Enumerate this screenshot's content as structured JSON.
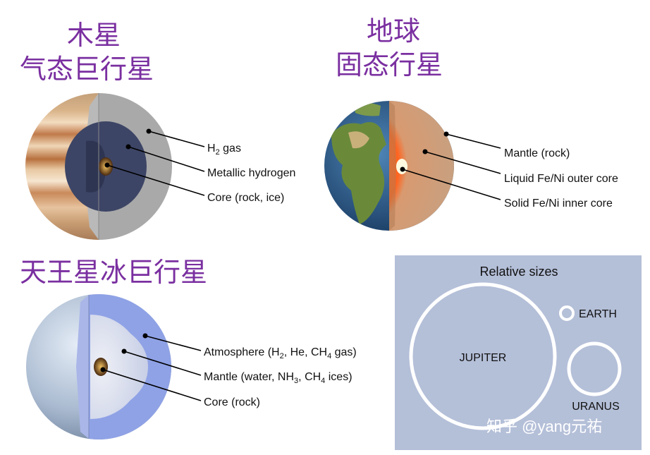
{
  "jupiter": {
    "name": "木星",
    "type": "气态巨行星",
    "labels": [
      "gas",
      "Metallic hydrogen",
      "Core (rock, ice)"
    ],
    "h2_prefix": "H",
    "h2_sub": "2"
  },
  "earth": {
    "name": "地球",
    "type": "固态行星",
    "labels": [
      "Mantle (rock)",
      "Liquid Fe/Ni outer core",
      "Solid Fe/Ni inner core"
    ]
  },
  "uranus": {
    "title": "天王星冰巨行星",
    "atmosphere": {
      "a": "Atmosphere (H",
      "s1": "2",
      "b": ", He, CH",
      "s2": "4",
      "c": " gas)"
    },
    "mantle": {
      "a": "Mantle (water, NH",
      "s1": "3",
      "b": ", CH",
      "s2": "4",
      "c": " ices)"
    },
    "core": "Core (rock)"
  },
  "relative_sizes": {
    "title": "Relative sizes",
    "jupiter_label": "JUPITER",
    "earth_label": "EARTH",
    "uranus_label": "URANUS"
  },
  "watermark": "知乎 @yang元祐",
  "colors": {
    "title_purple": "#7a2fa0",
    "panel_bg": "#b4bfd8",
    "jupiter_gas": "#a8a8a8",
    "earth_outer_core": "#f06020",
    "uranus_blue": "#8fa2e6"
  }
}
